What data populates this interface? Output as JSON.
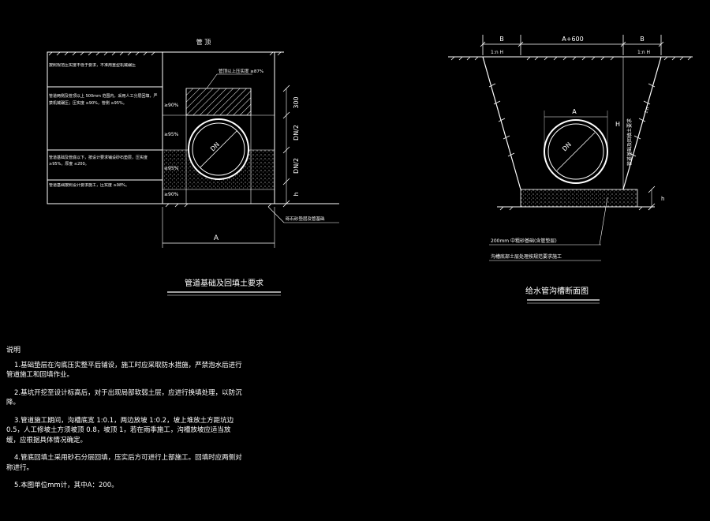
{
  "left_drawing": {
    "header": "管 顶",
    "table_rows": [
      "按照规范压实度不低于要求，不准用重型机械碾压",
      "管道两侧及管顶以上 500mm 范围内，采用人工分层回填，严禁机械碾压；压实度 ≥90%，管侧 ≥95%。",
      "管道基础及管底以下，按设计要求铺设砂石垫层，压实度 ≥95%，厚度 ≤200。",
      "管道基础按照设计要求施工，压实度 ≥98%。"
    ],
    "compaction": [
      "≥90%",
      "≥95%",
      "≥95%",
      "≥90%"
    ],
    "top_note": "管顶以上压实度 ≥87%",
    "dims": {
      "top": "300",
      "mid": "DN/2",
      "low": "DN/2",
      "h": "h",
      "width": "A"
    },
    "pipe_label": "DN",
    "base_note": "砾石砂垫层及管基础",
    "caption": "管道基础及回填土要求"
  },
  "right_drawing": {
    "dim_left": "B",
    "dim_mid": "A+600",
    "dim_right": "B",
    "slope_left": "1:n H",
    "slope_right": "1:n H",
    "inner_a": "A",
    "pipe_label": "DN",
    "h": "H",
    "h_small": "h",
    "vertical_note": "管道基础及回填土要求",
    "side_mark": "1:n",
    "leader_1": "200mm 中粗砂基础(含管垫层)",
    "leader_2": "沟槽底部土层处理按规范要求施工",
    "caption": "给水管沟槽断面图"
  },
  "notes": {
    "title": "说明",
    "items": [
      "1.基础垫层在沟底压实整平后铺设，施工时应采取防水措施，严禁泡水后进行管道施工和回填作业。",
      "2.基坑开挖至设计标高后，对于出现局部软弱土层，应进行换填处理，以防沉降。",
      "3.管道施工期间，沟槽底宽 1:0.1，两边放坡 1:0.2，坡上堆放土方距坑边 0.5，人工修坡土方须坡顶 0.8，坡顶 1，若在雨季施工，沟槽放坡应适当放缓，应根据具体情况确定。",
      "4.管底回填土采用砂石分层回填，压实后方可进行上部施工。回填时应两侧对称进行。",
      "5.本图单位mm计，其中A：200。"
    ]
  }
}
